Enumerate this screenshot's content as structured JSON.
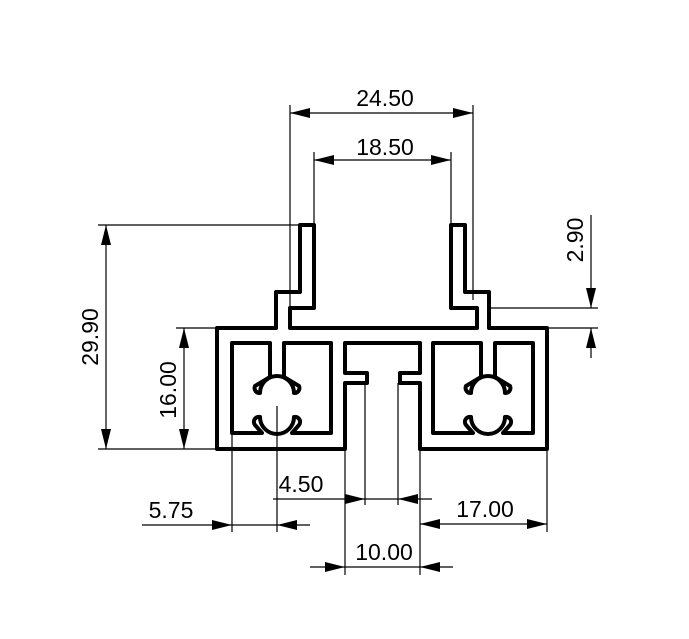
{
  "drawing": {
    "type": "aluminium profile cross-section",
    "line_color": "#000000",
    "background": "#ffffff"
  },
  "dimensions": {
    "top_outer_width": "24.50",
    "top_inner_width": "18.50",
    "total_height": "29.90",
    "base_height": "16.00",
    "step_height": "2.90",
    "screw_offset": "5.75",
    "slot_neck": "4.50",
    "slot_width": "10.00",
    "right_half_width": "17.00"
  }
}
